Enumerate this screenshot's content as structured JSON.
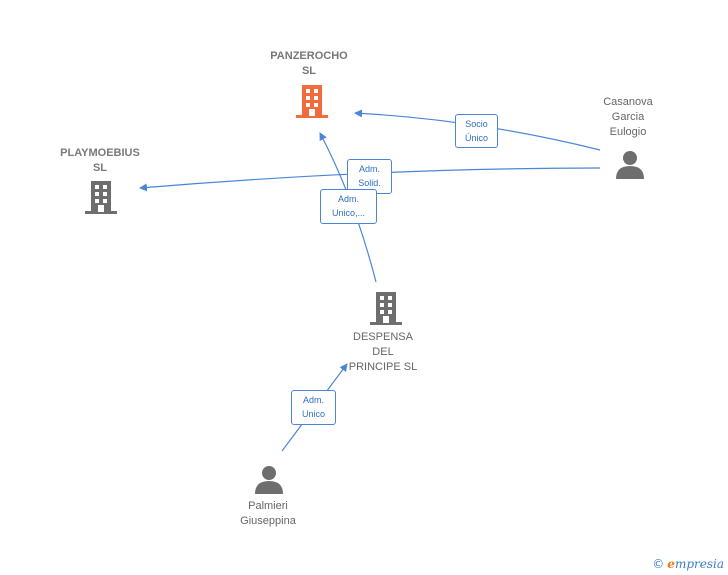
{
  "nodes": {
    "panzerocho": {
      "line1": "PANZEROCHO",
      "line2": "SL",
      "icon": "building-icon",
      "color": "#f26b3a"
    },
    "playmoebius": {
      "line1": "PLAYMOEBIUS",
      "line2": "SL",
      "icon": "building-icon",
      "color": "#6e6e6e"
    },
    "despensa": {
      "line1": "DESPENSA",
      "line2": "DEL",
      "line3": "PRINCIPE  SL",
      "icon": "building-icon",
      "color": "#6e6e6e"
    },
    "casanova": {
      "line1": "Casanova",
      "line2": "Garcia",
      "line3": "Eulogio",
      "icon": "person-icon",
      "color": "#6e6e6e"
    },
    "palmieri": {
      "line1": "Palmieri",
      "line2": "Giuseppina",
      "icon": "person-icon",
      "color": "#6e6e6e"
    }
  },
  "edges": {
    "socio_unico": {
      "line1": "Socio",
      "line2": "Único"
    },
    "adm_solid": {
      "line1": "Adm.",
      "line2": "Solid."
    },
    "adm_unico_ellipsis": {
      "line1": "Adm.",
      "line2": "Unico,..."
    },
    "adm_unico": {
      "line1": "Adm.",
      "line2": "Unico"
    }
  },
  "colors": {
    "edge": "#4a86d8",
    "label_text": "#2e6fc7"
  },
  "footer": {
    "copyright": "©",
    "brand_initial": "e",
    "brand_rest": "mpresia"
  }
}
